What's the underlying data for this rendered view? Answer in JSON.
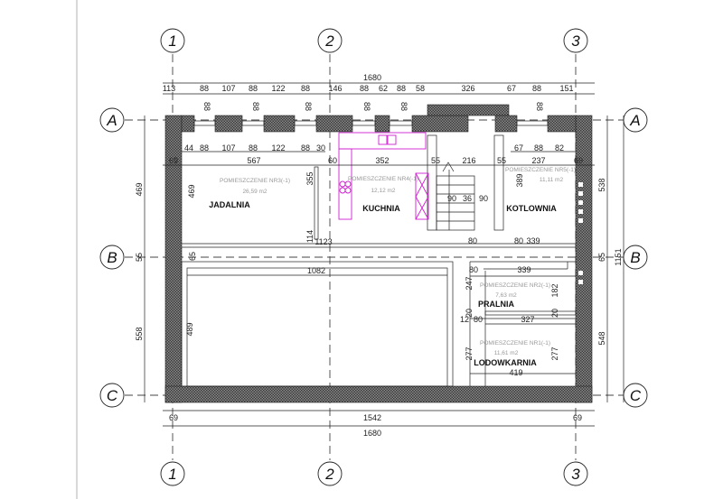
{
  "axes": {
    "vertical": [
      "1",
      "2",
      "3"
    ],
    "horizontal": [
      "A",
      "B",
      "C"
    ]
  },
  "dims_top": {
    "overall": "1680",
    "row1": [
      "113",
      "88",
      "107",
      "88",
      "122",
      "88",
      "146",
      "88",
      "62",
      "88",
      "58",
      "326",
      "67",
      "88",
      "151"
    ],
    "window_heights": [
      "88",
      "88",
      "88",
      "88",
      "88",
      "88"
    ],
    "row2": [
      "44",
      "88",
      "107",
      "88",
      "122",
      "88",
      "30",
      "67",
      "88",
      "82"
    ],
    "row3": [
      "69",
      "567",
      "60",
      "352",
      "55",
      "216",
      "55",
      "237",
      "69"
    ]
  },
  "dims_bottom": {
    "row1": [
      "69",
      "1542",
      "69"
    ],
    "overall": "1680"
  },
  "dims_left": [
    "469",
    "55",
    "558"
  ],
  "dims_right": [
    "538",
    "65",
    "548"
  ],
  "dims_right_total": "1151",
  "dims_interior": {
    "jadalnia_h": "469",
    "kuchnia_h": "355",
    "gap_h": "114",
    "corridor_w": "1123",
    "kotlownia_h": "389",
    "stair": [
      "90",
      "36",
      "90"
    ],
    "d80a": "80",
    "d80b": "80",
    "d339a": "339",
    "big_w": "1082",
    "big_h": "489",
    "d65": "65",
    "d80c": "80",
    "d339b": "339",
    "d247": "247",
    "d182": "182",
    "d12": "12",
    "d20a": "20",
    "d80d": "80",
    "d327": "327",
    "d20b": "20",
    "d277a": "277",
    "d277b": "277",
    "d419": "419"
  },
  "rooms": [
    {
      "name": "JADALNIA",
      "info": "POMIESZCZENIE NR3(-1)",
      "area": "26,59 m2"
    },
    {
      "name": "KUCHNIA",
      "info": "POMIESZCZENIE NR4(-1)",
      "area": "12,12 m2"
    },
    {
      "name": "KOTLOWNIA",
      "info": "POMIESZCZENIE NR5(-1)",
      "area": "11,11 m2"
    },
    {
      "name": "PRALNIA",
      "info": "POMIESZCZENIE NR2(-1)",
      "area": "7,63 m2"
    },
    {
      "name": "LODOWKARNIA",
      "info": "POMIESZCZENIE NR1(-1)",
      "area": "11,61 m2"
    }
  ],
  "colors": {
    "wall_hatch": "#555555",
    "furniture": "#d020d0"
  }
}
